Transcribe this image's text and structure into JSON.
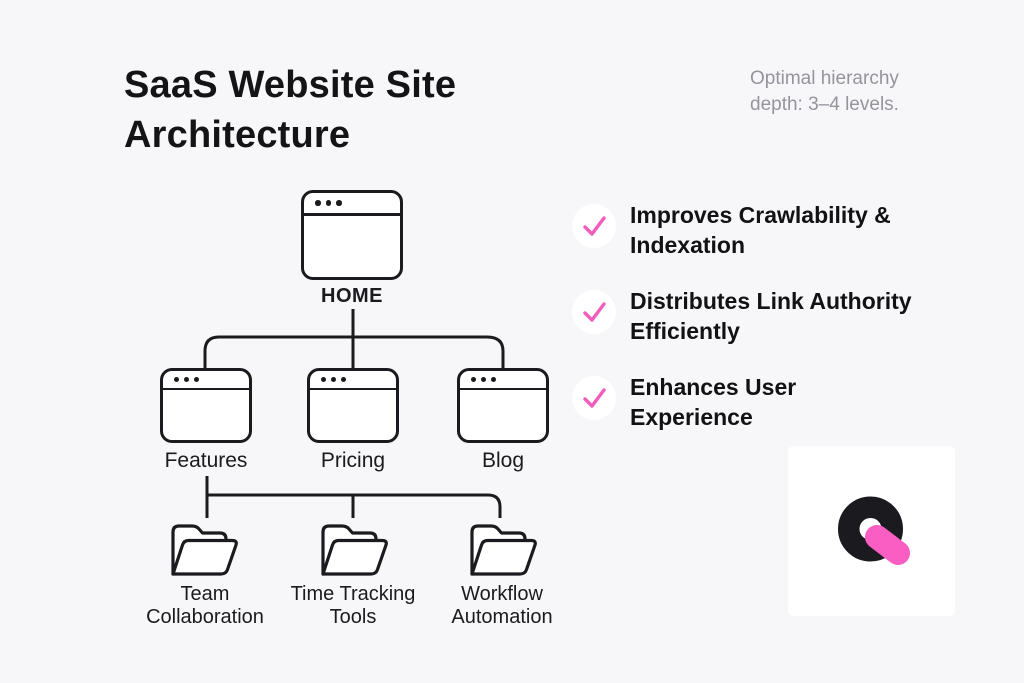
{
  "colors": {
    "background": "#f7f7f9",
    "ink": "#1b1b1f",
    "heading_text": "#141417",
    "muted_text": "#94949c",
    "check_pink": "#f25cbe",
    "logo_pink": "#fa5ec2",
    "card_white": "#ffffff"
  },
  "header": {
    "title_line1": "SaaS Website Site",
    "title_line2": "Architecture",
    "note_line1": "Optimal hierarchy",
    "note_line2": "depth: 3–4 levels."
  },
  "sitemap": {
    "root": {
      "label": "HOME",
      "icon": "browser-window-icon"
    },
    "level2": [
      {
        "label": "Features",
        "icon": "browser-window-icon"
      },
      {
        "label": "Pricing",
        "icon": "browser-window-icon"
      },
      {
        "label": "Blog",
        "icon": "browser-window-icon"
      }
    ],
    "level3": [
      {
        "label": "Team Collaboration",
        "icon": "folder-icon"
      },
      {
        "label": "Time Tracking Tools",
        "icon": "folder-icon"
      },
      {
        "label": "Workflow Automation",
        "icon": "folder-icon"
      }
    ]
  },
  "benefits": [
    {
      "icon": "check-icon",
      "label": "Improves Crawlability & Indexation"
    },
    {
      "icon": "check-icon",
      "label": "Distributes Link Authority Efficiently"
    },
    {
      "icon": "check-icon",
      "label": "Enhances User Experience"
    }
  ],
  "logo": {
    "icon": "q-logo"
  }
}
